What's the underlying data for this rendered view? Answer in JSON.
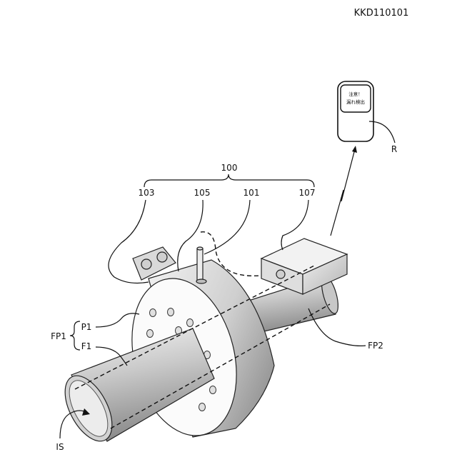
{
  "document_code": "KKD110101",
  "labels": {
    "assembly": "100",
    "ring": "103",
    "probe": "105",
    "sensor": "101",
    "device": "107",
    "receiver": "R",
    "fp1": "FP1",
    "p1": "P1",
    "f1": "F1",
    "fp2": "FP2",
    "is": "IS"
  },
  "receiver_screen": {
    "line1": "注意！",
    "line2": "漏れ検出"
  }
}
